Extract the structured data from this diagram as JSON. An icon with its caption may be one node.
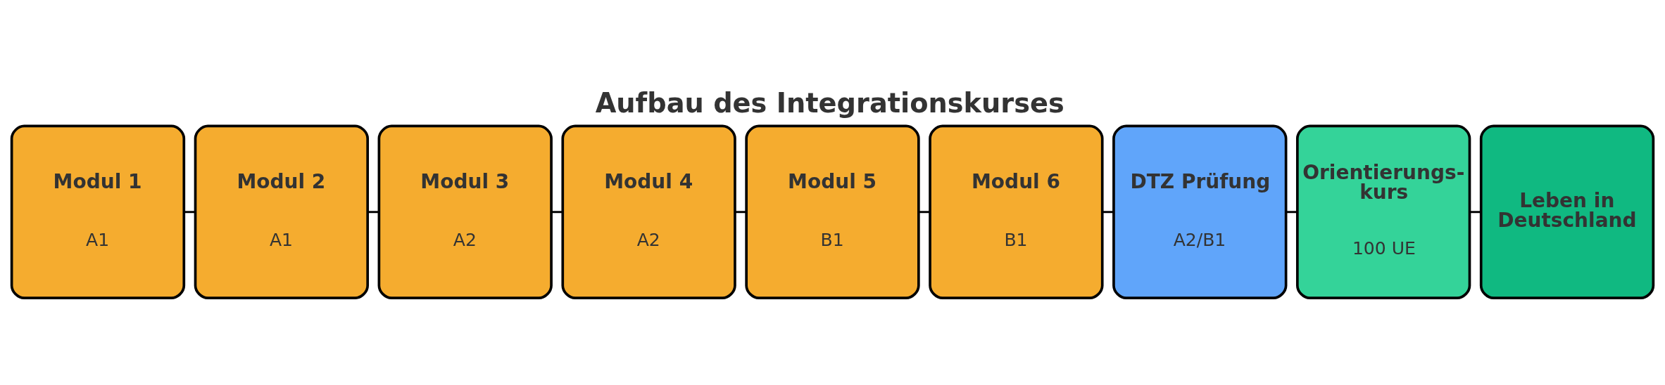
{
  "diagram": {
    "title": "Aufbau des Integrationskurses",
    "nodes": [
      {
        "text": [
          "Modul 1",
          "A1"
        ]
      },
      {
        "text": [
          "Modul 2",
          "A1"
        ]
      },
      {
        "text": [
          "Modul 3",
          "A2"
        ]
      },
      {
        "text": [
          "Modul 4",
          "A2"
        ]
      },
      {
        "text": [
          "Modul 5",
          "B1"
        ]
      },
      {
        "text": [
          "Modul 6",
          "B1"
        ]
      },
      {
        "text": [
          "DTZ Prüfung",
          "A2/B1"
        ]
      },
      {
        "text": [
          "Orientierungs- kurs",
          "100 UE"
        ]
      },
      {
        "text": [
          "Leben in Deutschland"
        ]
      }
    ],
    "edges": [
      {
        "from": 0,
        "to": 1,
        "arrow": "none"
      },
      {
        "from": 1,
        "to": 2,
        "arrow": "none"
      },
      {
        "from": 2,
        "to": 3,
        "arrow": "none"
      },
      {
        "from": 3,
        "to": 4,
        "arrow": "none"
      },
      {
        "from": 4,
        "to": 5,
        "arrow": "none"
      },
      {
        "from": 5,
        "to": 6,
        "arrow": "none"
      },
      {
        "from": 6,
        "to": 7,
        "arrow": "none"
      },
      {
        "from": 7,
        "to": 8,
        "arrow": "none"
      }
    ]
  }
}
